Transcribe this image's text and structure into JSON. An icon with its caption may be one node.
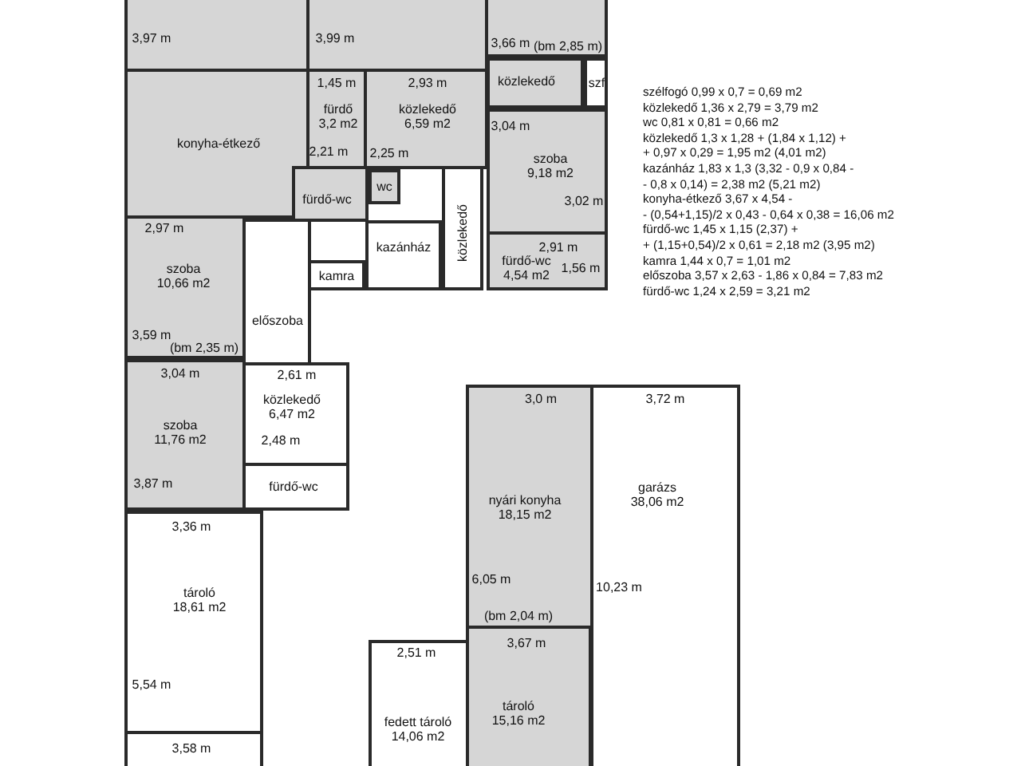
{
  "diagram": {
    "nodes": [
      {
        "text": [
          "3,97 m"
        ]
      },
      {
        "text": [
          "3,99 m"
        ]
      },
      {
        "text": [
          "3,66 m",
          "(bm 2,85 m)"
        ]
      },
      {
        "text": [
          "közlekedő"
        ]
      },
      {
        "text": [
          "szf"
        ]
      },
      {
        "text": [
          "konyha-étkező"
        ]
      },
      {
        "text": [
          "1,45 m",
          "fürdő 3,2 m2",
          "2,21 m"
        ]
      },
      {
        "text": [
          "2,93 m",
          "közlekedő 6,59 m2",
          "2,25 m"
        ]
      },
      {
        "text": [
          "3,04 m",
          "szoba 9,18 m2",
          "3,02 m"
        ]
      },
      {
        "text": [
          "fürdő-wc"
        ]
      },
      {
        "text": [
          "wc"
        ]
      },
      {
        "text": [
          "kazánház"
        ]
      },
      {
        "text": [
          "közlekedő"
        ]
      },
      {
        "text": [
          "2,91 m",
          "fürdő-wc 4,54 m2",
          "1,56 m"
        ]
      },
      {
        "text": [
          "2,97 m",
          "szoba 10,66 m2",
          "3,59 m",
          "(bm 2,35 m)"
        ]
      },
      {
        "text": [
          "kamra"
        ]
      },
      {
        "text": [
          "előszoba"
        ]
      },
      {
        "text": [
          "3,04 m",
          "szoba 11,76 m2",
          "3,87 m"
        ]
      },
      {
        "text": [
          "2,61 m",
          "közlekedő 6,47 m2",
          "2,48 m"
        ]
      },
      {
        "text": [
          "fürdő-wc"
        ]
      },
      {
        "text": [
          "3,36 m",
          "tároló 18,61 m2",
          "5,54 m"
        ]
      },
      {
        "text": [
          "3,58 m"
        ]
      },
      {
        "text": [
          "3,0 m",
          "nyári konyha 18,15 m2",
          "6,05 m",
          "(bm 2,04 m)"
        ]
      },
      {
        "text": [
          "3,72 m",
          "garázs 38,06 m2",
          "10,23 m"
        ]
      },
      {
        "text": [
          "2,51 m",
          "fedett tároló 14,06 m2"
        ]
      },
      {
        "text": [
          "3,67 m",
          "tároló 15,16 m2"
        ]
      }
    ],
    "labels": [
      "szélfogó 0,99 x 0,7 = 0,69 m2",
      "közlekedő 1,36 x 2,79 = 3,79 m2",
      "wc 0,81 x 0,81 = 0,66 m2",
      "közlekedő 1,3 x 1,28 + (1,84 x 1,12) +",
      "+ 0,97 x 0,29 = 1,95 m2 (4,01 m2)",
      "kazánház 1,83 x 1,3 (3,32 - 0,9 x 0,84 -",
      "- 0,8 x 0,14) = 2,38 m2 (5,21 m2)",
      "konyha-étkező 3,67 x 4,54 -",
      "- (0,54+1,15)/2 x 0,43 - 0,64 x 0,38 = 16,06 m2",
      "fürdő-wc 1,45 x 1,15 (2,37) +",
      "+ (1,15+0,54)/2 x 0,61 = 2,18 m2 (3,95 m2)",
      "kamra 1,44 x 0,7 = 1,01 m2",
      "előszoba 3,57 x 2,63 - 1,86 x 0,84 = 7,83 m2",
      "fürdő-wc 1,24 x 2,59 = 3,21 m2"
    ]
  }
}
